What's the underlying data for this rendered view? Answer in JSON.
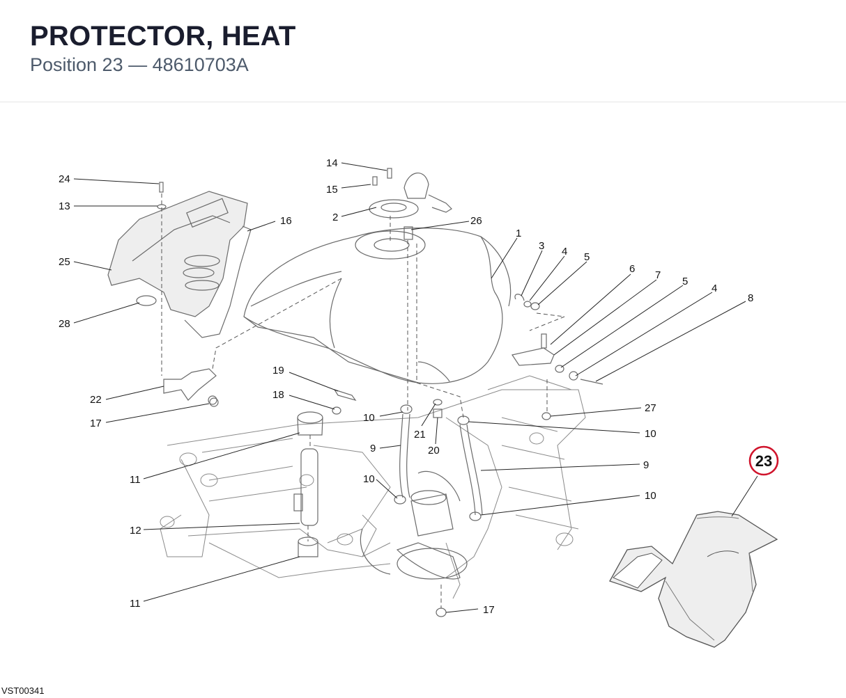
{
  "header": {
    "title": "PROTECTOR, HEAT",
    "position_label": "Position 23",
    "separator": "—",
    "part_number": "48610703A"
  },
  "diagram": {
    "callouts": [
      {
        "id": "c24a",
        "label": "24"
      },
      {
        "id": "c13",
        "label": "13"
      },
      {
        "id": "c25",
        "label": "25"
      },
      {
        "id": "c28",
        "label": "28"
      },
      {
        "id": "c22",
        "label": "22"
      },
      {
        "id": "c17a",
        "label": "17"
      },
      {
        "id": "c14",
        "label": "14"
      },
      {
        "id": "c15",
        "label": "15"
      },
      {
        "id": "c2",
        "label": "2"
      },
      {
        "id": "c26",
        "label": "26"
      },
      {
        "id": "c16",
        "label": "16"
      },
      {
        "id": "c1",
        "label": "1"
      },
      {
        "id": "c3",
        "label": "3"
      },
      {
        "id": "c4a",
        "label": "4"
      },
      {
        "id": "c5a",
        "label": "5"
      },
      {
        "id": "c6",
        "label": "6"
      },
      {
        "id": "c7",
        "label": "7"
      },
      {
        "id": "c5b",
        "label": "5"
      },
      {
        "id": "c4b",
        "label": "4"
      },
      {
        "id": "c8",
        "label": "8"
      },
      {
        "id": "c19",
        "label": "19"
      },
      {
        "id": "c18",
        "label": "18"
      },
      {
        "id": "c10a",
        "label": "10"
      },
      {
        "id": "c21",
        "label": "21"
      },
      {
        "id": "c20",
        "label": "20"
      },
      {
        "id": "c27",
        "label": "27"
      },
      {
        "id": "c10b",
        "label": "10"
      },
      {
        "id": "c9a",
        "label": "9"
      },
      {
        "id": "c9b",
        "label": "9"
      },
      {
        "id": "c11a",
        "label": "11"
      },
      {
        "id": "c10c",
        "label": "10"
      },
      {
        "id": "c10d",
        "label": "10"
      },
      {
        "id": "c12",
        "label": "12"
      },
      {
        "id": "c11b",
        "label": "11"
      },
      {
        "id": "c17b",
        "label": "17"
      }
    ],
    "highlight": {
      "label": "23",
      "color": "#d0142c"
    }
  },
  "footer": {
    "code": "VST00341"
  }
}
